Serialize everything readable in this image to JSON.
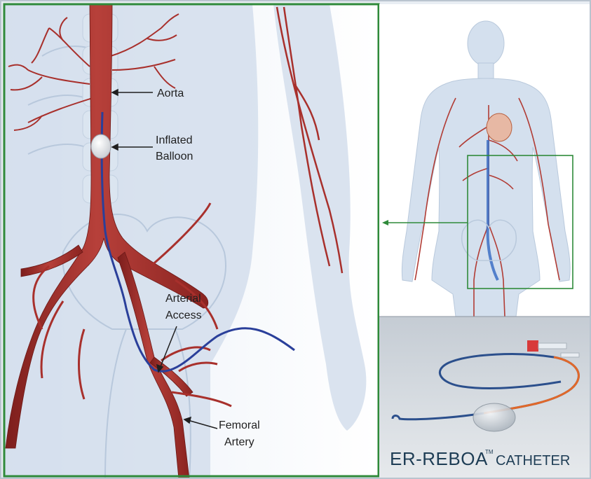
{
  "labels": {
    "aorta": "Aorta",
    "balloon_line1": "Inflated",
    "balloon_line2": "Balloon",
    "access_line1": "Arterial",
    "access_line2": "Access",
    "femoral_line1": "Femoral",
    "femoral_line2": "Artery"
  },
  "catheter_caption": {
    "main": "ER-REBOA",
    "trademark": "TM",
    "suffix": "CATHETER"
  },
  "colors": {
    "frame_green": "#2f8a3a",
    "artery_red": "#a8302c",
    "catheter_blue": "#2a3f9a",
    "catheter_orange": "#e0682a",
    "body_blue": "#cfdcec",
    "caption_text": "#1e3d55"
  }
}
